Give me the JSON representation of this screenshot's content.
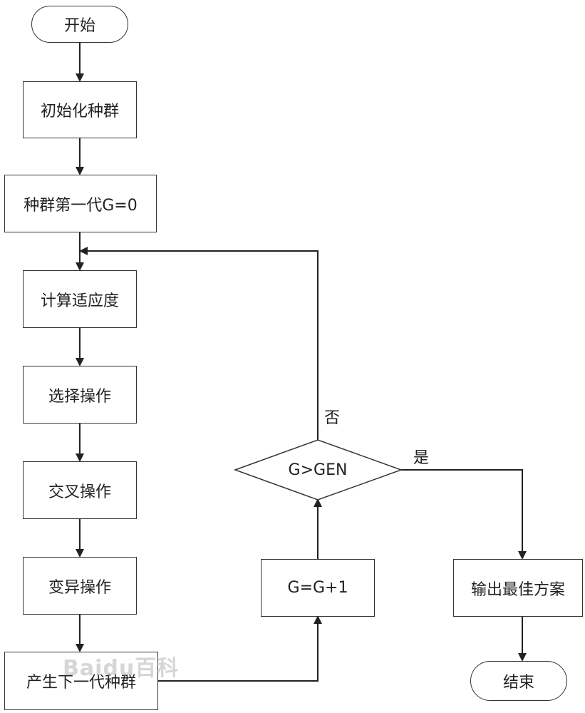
{
  "nodes": {
    "start": "开始",
    "init_population": "初始化种群",
    "first_generation": "种群第一代G=0",
    "calc_fitness": "计算适应度",
    "selection": "选择操作",
    "crossover": "交叉操作",
    "mutation": "变异操作",
    "next_generation": "产生下一代种群",
    "increment": "G=G+1",
    "decision": "G>GEN",
    "output_best": "输出最佳方案",
    "end": "结束"
  },
  "edge_labels": {
    "no": "否",
    "yes": "是"
  },
  "watermark": "Baidu百科",
  "colors": {
    "line": "#222222",
    "border": "#333333",
    "background": "#ffffff"
  }
}
